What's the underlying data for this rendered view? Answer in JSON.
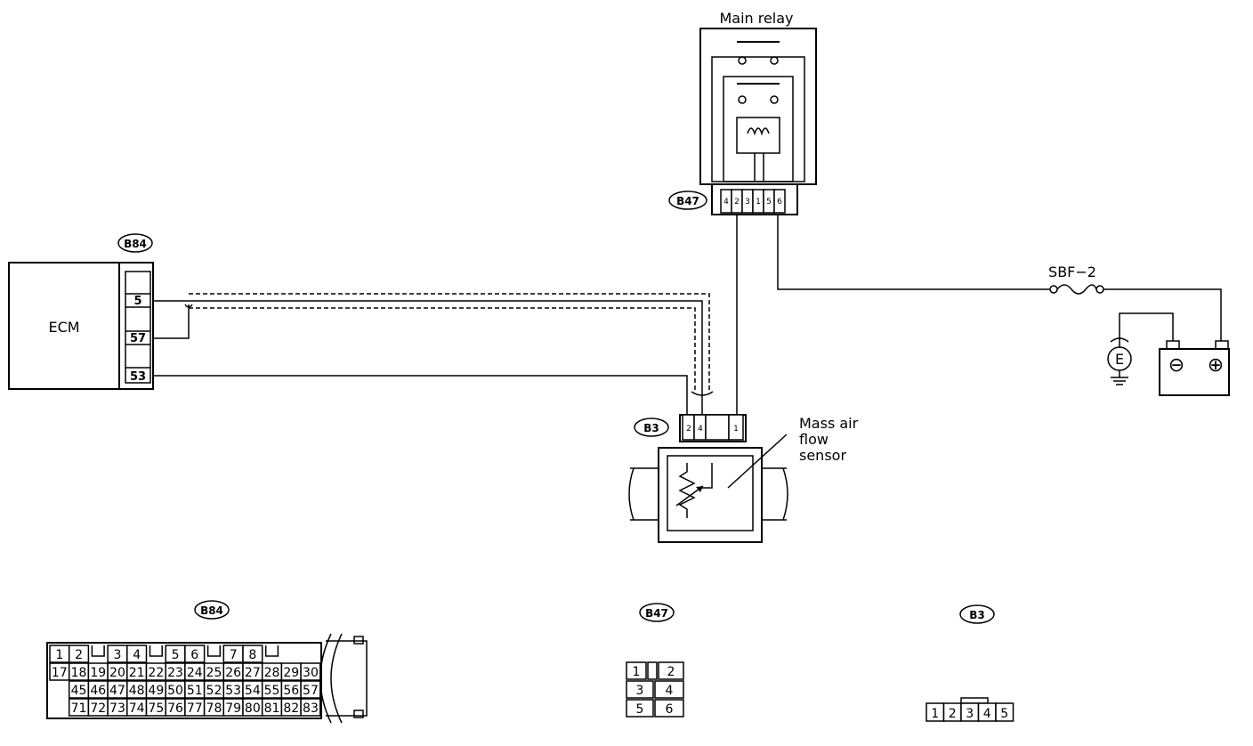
{
  "diagram": {
    "ecm": {
      "label": "ECM",
      "connector": "B84",
      "pins": [
        "5",
        "57",
        "53"
      ]
    },
    "main_relay": {
      "label": "Main relay",
      "connector": "B47",
      "pins": [
        "4",
        "2",
        "3",
        "1",
        "5",
        "6"
      ]
    },
    "maf": {
      "label_lines": [
        "Mass air",
        "flow",
        "sensor"
      ],
      "connector": "B3",
      "pins": [
        "2",
        "4",
        "1"
      ]
    },
    "fuse": {
      "label": "SBF−2"
    },
    "ground": {
      "label": "E"
    },
    "battery": {
      "neg": "⊖",
      "pos": "⊕"
    }
  },
  "connector_views": {
    "b84": {
      "badge": "B84",
      "rows": [
        [
          "1",
          "2",
          "",
          "3",
          "4",
          "",
          "5",
          "6",
          "",
          "7",
          "8",
          ""
        ],
        [
          "17",
          "18",
          "19",
          "20",
          "21",
          "22",
          "23",
          "24",
          "25",
          "26",
          "27",
          "28",
          "29",
          "30"
        ],
        [
          "",
          "45",
          "46",
          "47",
          "48",
          "49",
          "50",
          "51",
          "52",
          "53",
          "54",
          "55",
          "56",
          "57"
        ],
        [
          "",
          "71",
          "72",
          "73",
          "74",
          "75",
          "76",
          "77",
          "78",
          "79",
          "80",
          "81",
          "82",
          "83"
        ]
      ]
    },
    "b47": {
      "badge": "B47",
      "rows": [
        [
          "1",
          "",
          "2"
        ],
        [
          "3",
          "4"
        ],
        [
          "5",
          "6"
        ]
      ]
    },
    "b3": {
      "badge": "B3",
      "pins": [
        "1",
        "2",
        "3",
        "4",
        "5"
      ]
    }
  }
}
